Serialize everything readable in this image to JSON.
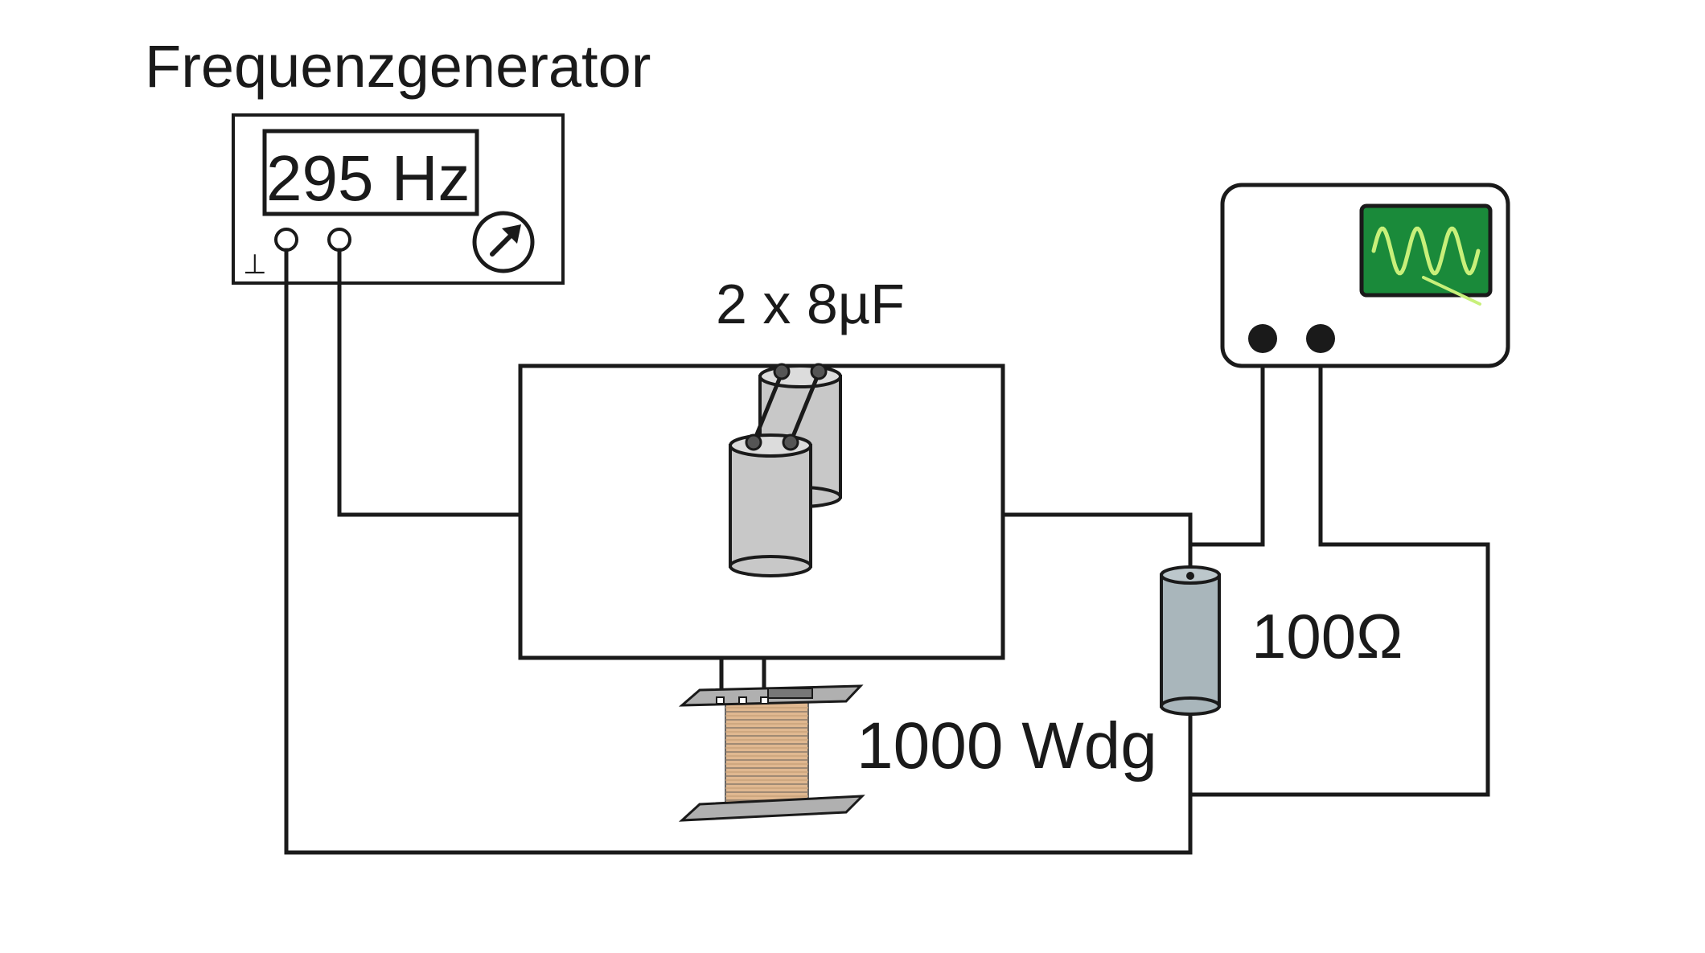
{
  "generator": {
    "title": "Frequenzgenerator",
    "display": "295 Hz",
    "ground_symbol": "⊥"
  },
  "capacitors": {
    "label": "2 x 8µF"
  },
  "coil": {
    "label": "1000 Wdg"
  },
  "resistor": {
    "label": "100Ω"
  },
  "oscilloscope": {
    "screen_color": "#1a8a3a",
    "trace_color": "#c8f07a"
  },
  "colors": {
    "capacitor": "#c8c8c8",
    "resistor": "#a9b6bb",
    "coil_winding": "#e0b890"
  }
}
